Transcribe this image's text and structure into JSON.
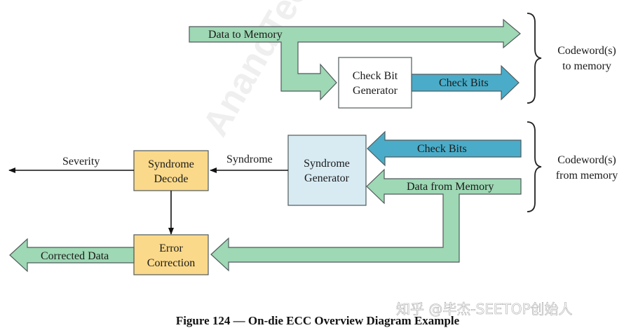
{
  "colors": {
    "green_arrow": "#9ed8b4",
    "blue_arrow": "#4aacc8",
    "syndrome_generator_fill": "#d8ebf3",
    "tan_box_fill": "#fbd98a",
    "outline": "#505a5c"
  },
  "blocks": {
    "check_bit_generator": [
      "Check Bit",
      "Generator"
    ],
    "syndrome_generator": [
      "Syndrome",
      "Generator"
    ],
    "syndrome_decode": [
      "Syndrome",
      "Decode"
    ],
    "error_correction": [
      "Error",
      "Correction"
    ]
  },
  "arrows": {
    "data_to_memory": "Data to Memory",
    "check_bits_out": "Check Bits",
    "check_bits_in": "Check Bits",
    "data_from_memory": "Data from Memory",
    "syndrome": "Syndrome",
    "severity": "Severity",
    "corrected_data": "Corrected Data"
  },
  "brackets": {
    "to_memory": [
      "Codeword(s)",
      "to memory"
    ],
    "from_memory": [
      "Codeword(s)",
      "from memory"
    ]
  },
  "caption": "Figure 124 — On-die ECC Overview Diagram Example",
  "watermarks": {
    "diagonal": "AnandTech",
    "bottom_right": "知乎 @毕杰-SEETOP创始人"
  }
}
